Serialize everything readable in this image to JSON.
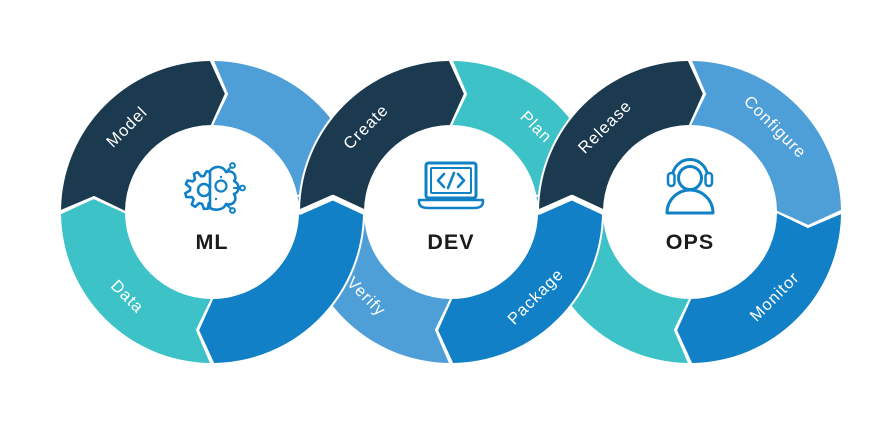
{
  "palette": {
    "dark_navy": "#1C3A4F",
    "teal": "#3DC2C8",
    "light_blue": "#4E9FD7",
    "blue": "#1180C6",
    "gap_white": "#FFFFFF",
    "icon_stroke": "#1181C6",
    "center_label_color": "#1B1B1B",
    "segment_label_color": "#FFFFFF",
    "background": "#FFFFFF"
  },
  "diagram": {
    "type": "cycle-diagram",
    "flow_direction": "clockwise",
    "rings": [
      {
        "id": "ml",
        "center_label": "ML",
        "icon": "gear-brain-icon",
        "segments": [
          {
            "id": "model",
            "label": "Model",
            "color": "dark_navy",
            "quadrant": "top-left"
          },
          {
            "id": "ml-top-right",
            "label": "",
            "color": "light_blue",
            "quadrant": "top-right"
          },
          {
            "id": "ml-bottom-right",
            "label": "",
            "color": "blue",
            "quadrant": "bottom-right"
          },
          {
            "id": "data",
            "label": "Data",
            "color": "teal",
            "quadrant": "bottom-left"
          }
        ]
      },
      {
        "id": "dev",
        "center_label": "DEV",
        "icon": "laptop-code-icon",
        "segments": [
          {
            "id": "create",
            "label": "Create",
            "color": "dark_navy",
            "quadrant": "top-left"
          },
          {
            "id": "plan",
            "label": "Plan",
            "color": "teal",
            "quadrant": "top-right"
          },
          {
            "id": "package",
            "label": "Package",
            "color": "blue",
            "quadrant": "bottom-right"
          },
          {
            "id": "verify",
            "label": "Verify",
            "color": "light_blue",
            "quadrant": "bottom-left"
          }
        ]
      },
      {
        "id": "ops",
        "center_label": "OPS",
        "icon": "headset-person-icon",
        "segments": [
          {
            "id": "release",
            "label": "Release",
            "color": "dark_navy",
            "quadrant": "top-left"
          },
          {
            "id": "configure",
            "label": "Configure",
            "color": "light_blue",
            "quadrant": "top-right"
          },
          {
            "id": "monitor",
            "label": "Monitor",
            "color": "blue",
            "quadrant": "bottom-right"
          },
          {
            "id": "ops-bottom-left",
            "label": "",
            "color": "teal",
            "quadrant": "bottom-left"
          }
        ]
      }
    ]
  }
}
